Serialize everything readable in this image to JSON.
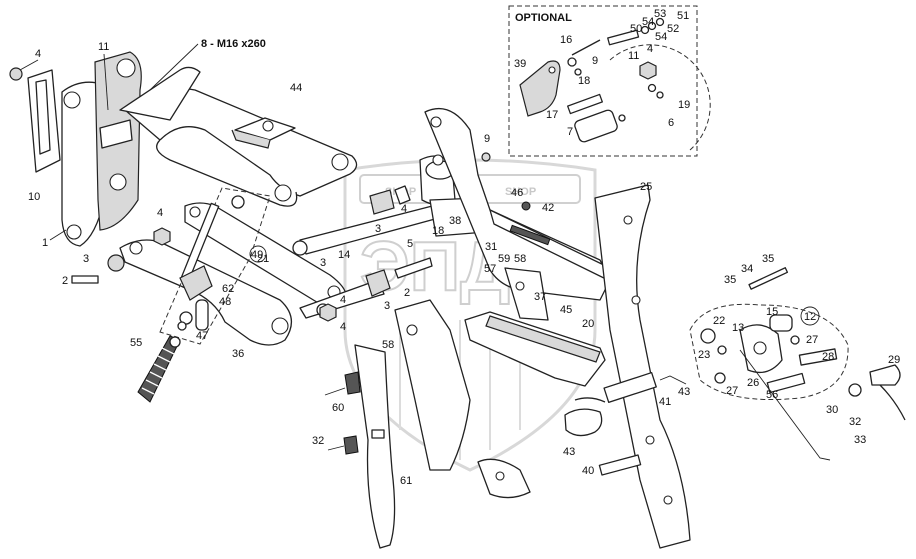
{
  "optional_box": {
    "title": "OPTIONAL"
  },
  "spec_note": "8 - M16 x260",
  "watermark": {
    "brand": "ЭПД",
    "small_left": "SHOP",
    "small_right": "SHOP"
  },
  "callouts": {
    "n4a": "4",
    "n11a": "11",
    "n10": "10",
    "n1": "1",
    "n44": "44",
    "n4b": "4",
    "n3a": "3",
    "n2a": "2",
    "n21": "21",
    "n49": "49",
    "n62": "62",
    "n48": "48",
    "n47": "47",
    "n55": "55",
    "n36": "36",
    "n4c": "4",
    "n3b": "3",
    "n14": "14",
    "n3c": "3",
    "n5": "5",
    "n38": "38",
    "n18a": "18",
    "n9a": "9",
    "n4d": "4",
    "n2b": "2",
    "n3d": "3",
    "n4e": "4",
    "n31": "31",
    "n57": "57",
    "n59": "59",
    "n58a": "58",
    "n46": "46",
    "n42": "42",
    "n37": "37",
    "n45": "45",
    "n20": "20",
    "n25": "25",
    "n58b": "58",
    "n60": "60",
    "n32a": "32",
    "n61": "61",
    "n43a": "43",
    "n40": "40",
    "n41": "41",
    "n43b": "43",
    "n35a": "35",
    "n34": "34",
    "n35b": "35",
    "n22": "22",
    "n15": "15",
    "n12": "12",
    "n13": "13",
    "n23": "23",
    "n27a": "27",
    "n28": "28",
    "n26": "26",
    "n27b": "27",
    "n56": "56",
    "n30": "30",
    "n32b": "32",
    "n33": "33",
    "n29": "29",
    "o53": "53",
    "o51": "51",
    "o54a": "54",
    "o52": "52",
    "o50": "50",
    "o54b": "54",
    "o16": "16",
    "o9": "9",
    "o18": "18",
    "o39": "39",
    "o11": "11",
    "o4": "4",
    "o19": "19",
    "o17": "17",
    "o7": "7",
    "o6": "6"
  }
}
